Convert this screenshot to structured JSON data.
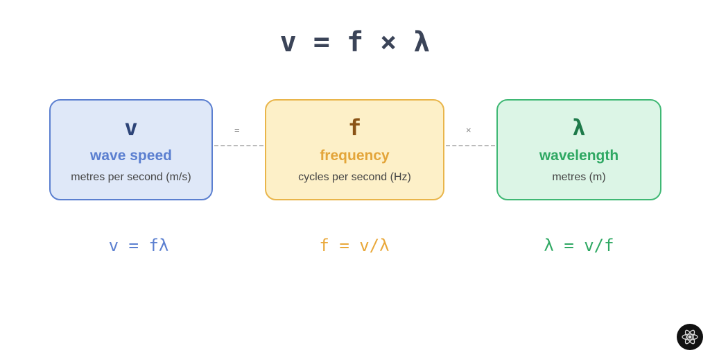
{
  "title": "v = f × λ",
  "operators": {
    "equals": "=",
    "times": "×"
  },
  "boxes": [
    {
      "symbol": "v",
      "name": "wave speed",
      "unit": "metres per second (m/s)",
      "color": "#5b7fd0"
    },
    {
      "symbol": "f",
      "name": "frequency",
      "unit": "cycles per second (Hz)",
      "color": "#e9b54a"
    },
    {
      "symbol": "λ",
      "name": "wavelength",
      "unit": "metres (m)",
      "color": "#3fb874"
    }
  ],
  "formulas": [
    "v = fλ",
    "f = v/λ",
    "λ = v/f"
  ]
}
